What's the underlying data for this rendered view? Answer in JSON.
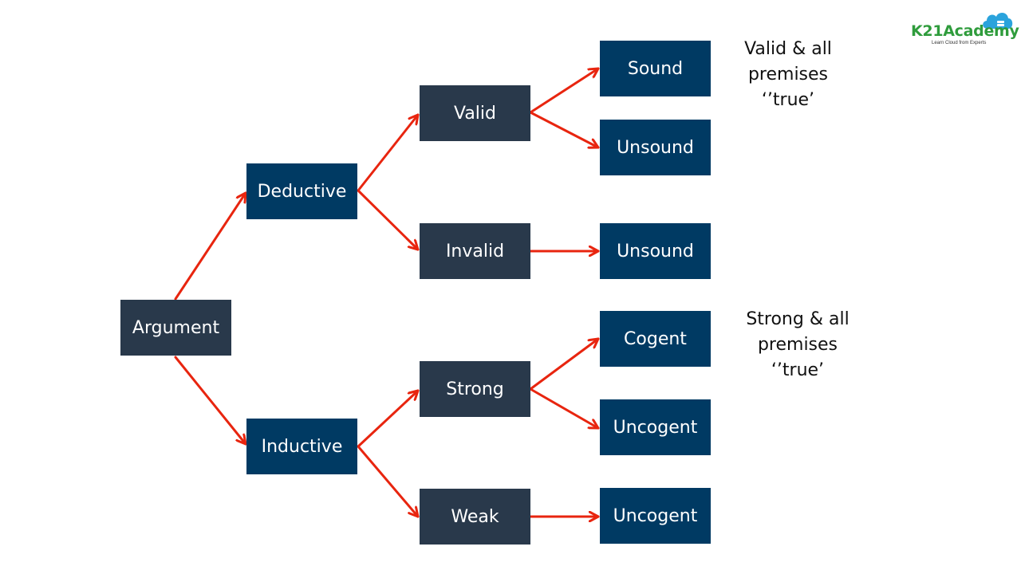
{
  "nodes": {
    "argument": "Argument",
    "deductive": "Deductive",
    "inductive": "Inductive",
    "valid": "Valid",
    "invalid": "Invalid",
    "strong": "Strong",
    "weak": "Weak",
    "sound": "Sound",
    "unsound_valid": "Unsound",
    "unsound_invalid": "Unsound",
    "cogent": "Cogent",
    "uncogent_strong": "Uncogent",
    "uncogent_weak": "Uncogent"
  },
  "notes": {
    "sound": [
      "Valid & all",
      "premises",
      "‘’true’"
    ],
    "cogent": [
      "Strong & all",
      "premises",
      "‘’true’"
    ]
  },
  "logo": {
    "name": "K21Academy",
    "tagline": "Learn Cloud from Experts"
  },
  "colors": {
    "arrow": "#e8250f",
    "box_blue": "#003a63",
    "box_slate": "#29394b",
    "logo_green": "#2f9c3c",
    "logo_blue": "#2aa3dc"
  }
}
